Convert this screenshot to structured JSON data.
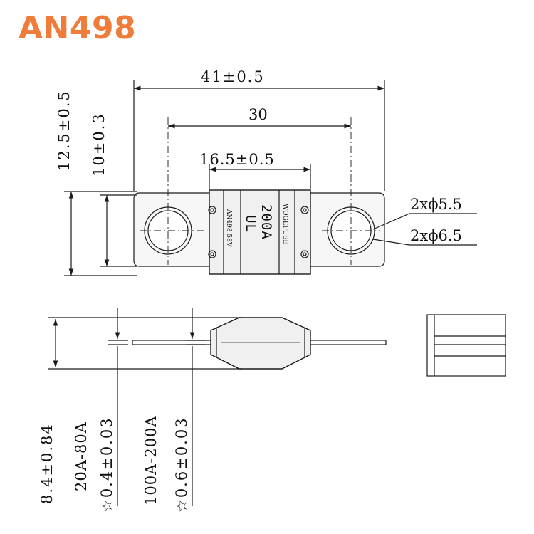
{
  "title": "AN498",
  "colors": {
    "title": "#f07c3a",
    "line": "#1a1a1a",
    "fuse_fill": "#eeeeee",
    "terminal_fill": "#f7f7f7"
  },
  "top_view": {
    "dim_width": "41±0.5",
    "dim_hole_spacing": "30",
    "dim_body": "16.5±0.5",
    "dim_total_height": "12.5±0.5",
    "dim_terminal_height": "10±0.3",
    "hole_label_1": "2xϕ5.5",
    "hole_label_2": "2xϕ6.5",
    "body_rating": "200A",
    "body_cert": "UL",
    "body_model": "AN498 58V",
    "body_brand": "WOGEFUSE"
  },
  "side_view": {
    "dim_thickness": "8.4±0.84",
    "range_1": "20A-80A",
    "tol_1": "☆0.4±0.03",
    "range_2": "100A-200A",
    "tol_2": "☆0.6±0.03"
  }
}
